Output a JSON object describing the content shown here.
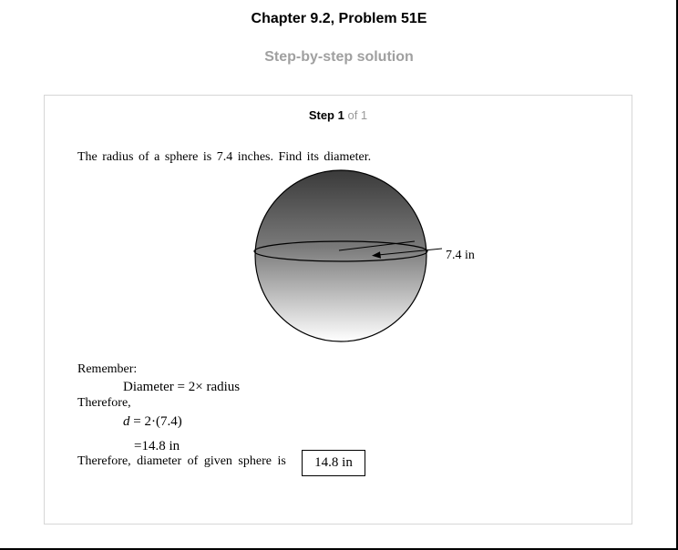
{
  "header": {
    "chapter_title": "Chapter 9.2, Problem 51E",
    "subtitle": "Step-by-step solution"
  },
  "step": {
    "label": "Step 1",
    "of_label": "of 1",
    "problem_text": "The radius of a sphere is 7.4 inches. Find its diameter.",
    "figure": {
      "radius_label": "7.4 in"
    },
    "remember_label": "Remember:",
    "formula": "Diameter = 2× radius",
    "therefore_label": "Therefore,",
    "eq1_var": "d",
    "eq1_rest": "= 2·(7.4)",
    "eq2": "=14.8 in",
    "conclusion": "Therefore, diameter of given sphere is",
    "answer": "14.8 in"
  }
}
